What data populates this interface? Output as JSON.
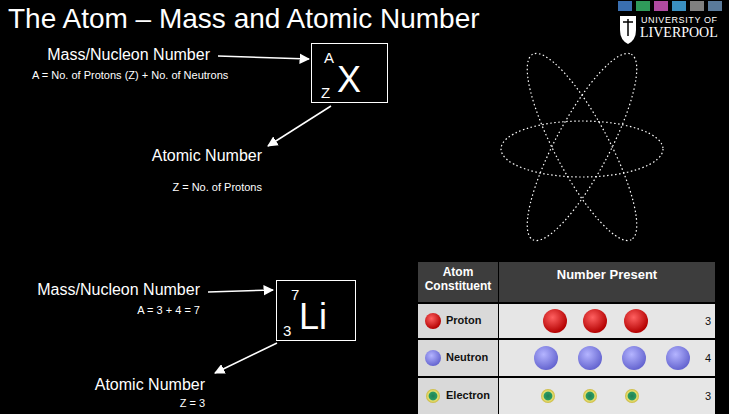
{
  "diagram": {
    "title": "The Atom – Mass and Atomic Number",
    "nodes": [
      {
        "text": [
          "A",
          "Z",
          "X"
        ]
      },
      {
        "text": [
          "7",
          "3",
          "Li"
        ]
      }
    ],
    "labels": [
      "Mass/Nucleon Number",
      "A = No. of Protons (Z) + No. of Neutrons",
      "Atomic Number",
      "Z = No. of Protons",
      "Mass/Nucleon Number",
      "A = 3 + 4 = 7",
      "Atomic Number",
      "Z = 3",
      "UNIVERSITY OF",
      "LIVERPOOL",
      "Atom Constituent",
      "Number Present",
      "Proton",
      "3",
      "Neutron",
      "4",
      "Electron",
      "3"
    ]
  }
}
